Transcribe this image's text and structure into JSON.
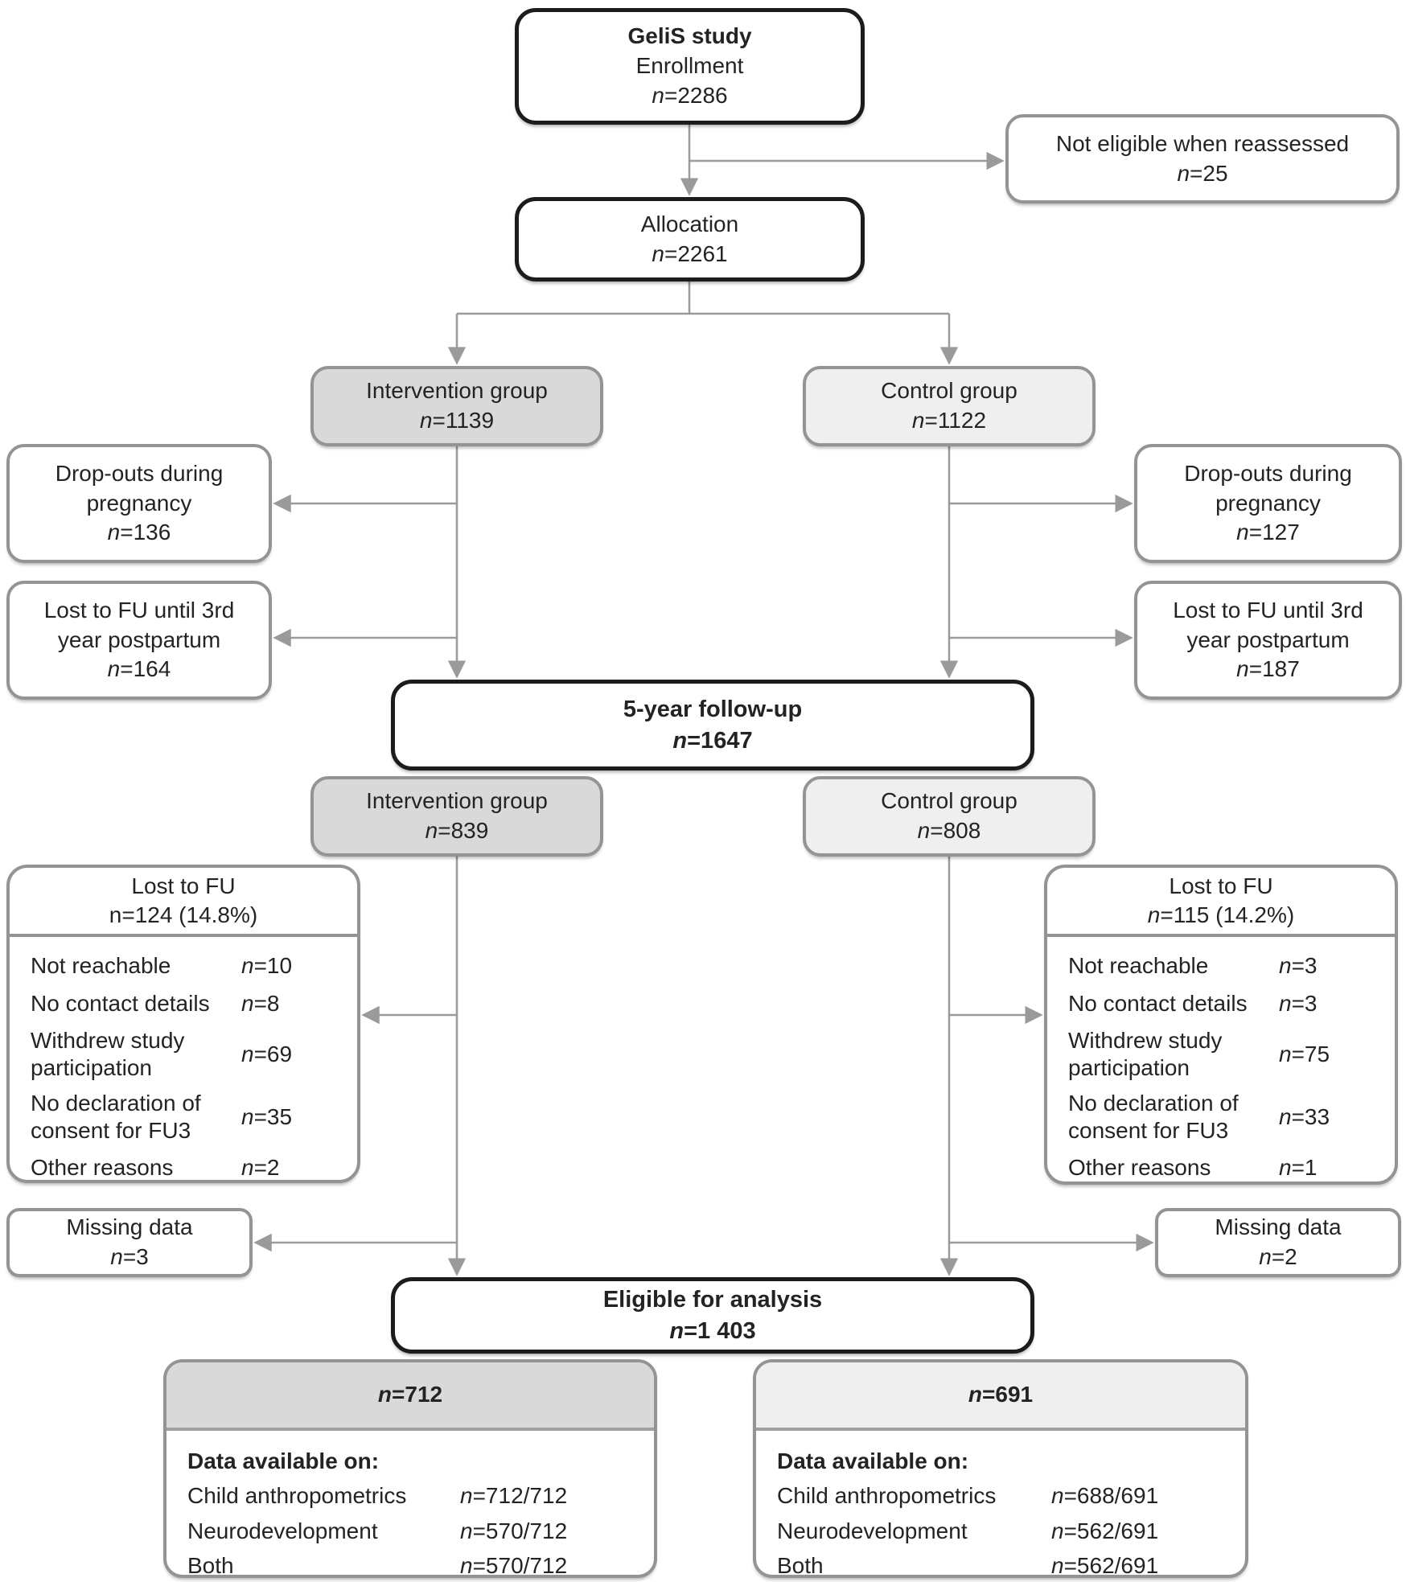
{
  "colors": {
    "box_border_black": "#1c1c1c",
    "box_border_gray": "#949494",
    "intervention_fill": "#d9d9d9",
    "control_fill": "#efefef",
    "arrow": "#9a9a9a",
    "text": "#232323"
  },
  "flow": {
    "enrollment": {
      "title": "GeliS study",
      "subtitle": "Enrollment",
      "n": "n=2286"
    },
    "not_eligible": {
      "label": "Not eligible when reassessed",
      "n": "n=25"
    },
    "allocation": {
      "label": "Allocation",
      "n": "n=2261"
    },
    "allocation_groups": {
      "intervention": {
        "label": "Intervention group",
        "n": "n=1139"
      },
      "control": {
        "label": "Control group",
        "n": "n=1122"
      }
    },
    "dropouts_pregnancy": {
      "left": {
        "line1": "Drop-outs during",
        "line2": "pregnancy",
        "n": "n=136"
      },
      "right": {
        "line1": "Drop-outs during",
        "line2": "pregnancy",
        "n": "n=127"
      }
    },
    "lost_fu_3rd_year": {
      "left": {
        "line1": "Lost to FU until 3rd",
        "line2": "year postpartum",
        "n": "n=164"
      },
      "right": {
        "line1": "Lost to FU until 3rd",
        "line2": "year postpartum",
        "n": "n=187"
      }
    },
    "followup_5y": {
      "label": "5-year follow-up",
      "n": "n=1647"
    },
    "followup_groups": {
      "intervention": {
        "label": "Intervention group",
        "n": "n=839"
      },
      "control": {
        "label": "Control group",
        "n": "n=808"
      }
    },
    "lost_to_fu": {
      "left": {
        "title": "Lost to FU",
        "n": "n=124 (14.8%)",
        "reasons": [
          {
            "label": "Not reachable",
            "n": "n=10"
          },
          {
            "label": "No contact details",
            "n": "n=8"
          },
          {
            "label": "Withdrew study participation",
            "n": "n=69"
          },
          {
            "label": "No declaration of consent for FU3",
            "n": "n=35"
          },
          {
            "label": "Other reasons",
            "n": "n=2"
          }
        ]
      },
      "right": {
        "title": "Lost to FU",
        "n": "n=115 (14.2%)",
        "reasons": [
          {
            "label": "Not reachable",
            "n": "n=3"
          },
          {
            "label": "No contact details",
            "n": "n=3"
          },
          {
            "label": "Withdrew study participation",
            "n": "n=75"
          },
          {
            "label": "No declaration of consent for FU3",
            "n": "n=33"
          },
          {
            "label": "Other reasons",
            "n": "n=1"
          }
        ]
      }
    },
    "missing_data": {
      "left": {
        "label": "Missing data",
        "n": "n=3"
      },
      "right": {
        "label": "Missing data",
        "n": "n=2"
      }
    },
    "eligible": {
      "label": "Eligible for analysis",
      "n": "n=1 403"
    },
    "results": {
      "left": {
        "n": "n=712",
        "heading": "Data available on:",
        "rows": [
          {
            "label": "Child anthropometrics",
            "n": "n=712/712"
          },
          {
            "label": "Neurodevelopment",
            "n": "n=570/712"
          },
          {
            "label": "Both",
            "n": "n=570/712"
          }
        ]
      },
      "right": {
        "n": "n=691",
        "heading": "Data available on:",
        "rows": [
          {
            "label": "Child anthropometrics",
            "n": "n=688/691"
          },
          {
            "label": "Neurodevelopment",
            "n": "n=562/691"
          },
          {
            "label": "Both",
            "n": "n=562/691"
          }
        ]
      }
    }
  }
}
